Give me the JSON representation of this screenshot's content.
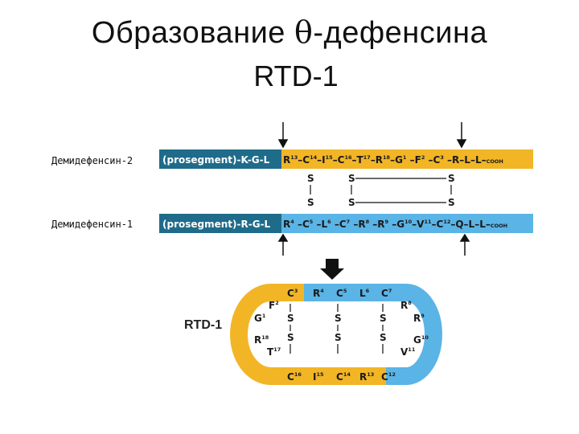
{
  "title": {
    "line1_prefix": "Образование ",
    "line1_theta": "θ",
    "line1_suffix": "-дефенсина",
    "line2": "RTD-1"
  },
  "rows": {
    "top_label": "Демидефенсин-2",
    "bottom_label": "Демидефенсин-1",
    "prosegment": "(prosegment)",
    "top_pro_tail": "-K-G-L",
    "bottom_pro_tail": "-R-G-L",
    "top_core": [
      "R",
      "13",
      "–C",
      "14",
      "–I",
      "15",
      "–C",
      "16",
      "–T",
      "17",
      "–R",
      "18",
      "–G",
      "1",
      " –F",
      "2",
      " –C",
      "3",
      " –R–L–L–",
      "COOH"
    ],
    "bottom_core": [
      "R",
      "4",
      " –C",
      "5",
      " –L",
      "6",
      " –C",
      "7",
      " –R",
      "8",
      " –R",
      "9",
      " –G",
      "10",
      "–V",
      "11",
      "–C",
      "12",
      "–Q–L–L–",
      "COOH"
    ]
  },
  "bonds": {
    "s": "S"
  },
  "cyclic": {
    "label": "RTD-1",
    "top_residues": [
      [
        "C",
        "3"
      ],
      [
        "R",
        "4"
      ],
      [
        "C",
        "5"
      ],
      [
        "L",
        "6"
      ],
      [
        "C",
        "7"
      ]
    ],
    "bottom_residues": [
      [
        "C",
        "16"
      ],
      [
        "I",
        "15"
      ],
      [
        "C",
        "14"
      ],
      [
        "R",
        "13"
      ],
      [
        "C",
        "12"
      ]
    ],
    "left_residues": [
      [
        "F",
        "2"
      ],
      [
        "G",
        "1"
      ],
      [
        "R",
        "18"
      ],
      [
        "T",
        "17"
      ]
    ],
    "right_residues": [
      [
        "R",
        "8"
      ],
      [
        "R",
        "9"
      ],
      [
        "G",
        "10"
      ],
      [
        "V",
        "11"
      ]
    ]
  },
  "colors": {
    "orange": "#f2b526",
    "blue": "#5ab4e6",
    "pro": "#1f6b8a",
    "arrow": "#111111"
  }
}
